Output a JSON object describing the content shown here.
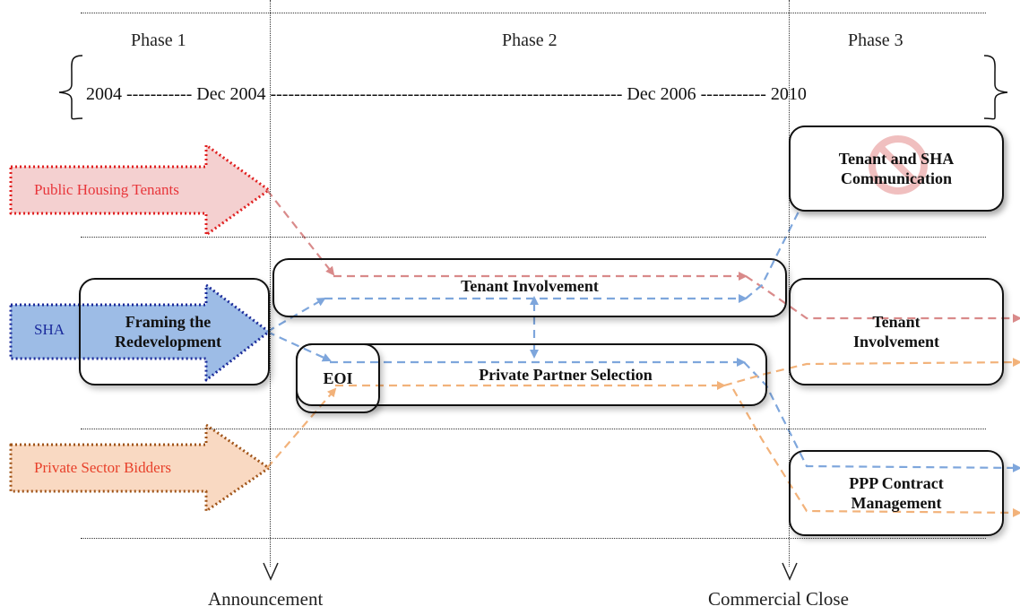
{
  "phases": {
    "phase1": "Phase 1",
    "phase2": "Phase 2",
    "phase3": "Phase 3"
  },
  "timeline": {
    "start": "2004",
    "dash1": "-----------",
    "announce": "Dec 2004",
    "dash2": "-----------------------------------------------------------",
    "close": "Dec 2006",
    "dash3": "-----------",
    "end": "2010"
  },
  "actors": {
    "tenants": "Public Housing Tenants",
    "sha": "SHA",
    "bidders": "Private Sector Bidders"
  },
  "boxes": {
    "framing": "Framing the Redevelopment",
    "tenant_involvement_p2": "Tenant Involvement",
    "eoi": "EOI",
    "partner_selection": "Private Partner Selection",
    "communication": "Tenant and SHA Communication",
    "tenant_involvement_p3": "Tenant Involvement",
    "ppp": "PPP Contract Management"
  },
  "milestones": {
    "announcement": "Announcement",
    "commercial_close": "Commercial Close"
  },
  "colors": {
    "tenants": "#e8353a",
    "sha": "#1a2a9c",
    "bidders": "#e8402a",
    "tenant_flow": "#d98a8a",
    "sha_flow": "#7ea6dc",
    "bidder_flow": "#f2b27a",
    "tenant_arrow_fill": "#f4d0d0",
    "sha_arrow_fill": "#9dbce6",
    "bidder_arrow_fill": "#f9d9c2",
    "tenant_arrow_border": "#e02020",
    "sha_arrow_border": "#1b2b9a",
    "bidder_arrow_border": "#a05418"
  },
  "icons": {
    "prohibited": "prohibited-icon"
  }
}
